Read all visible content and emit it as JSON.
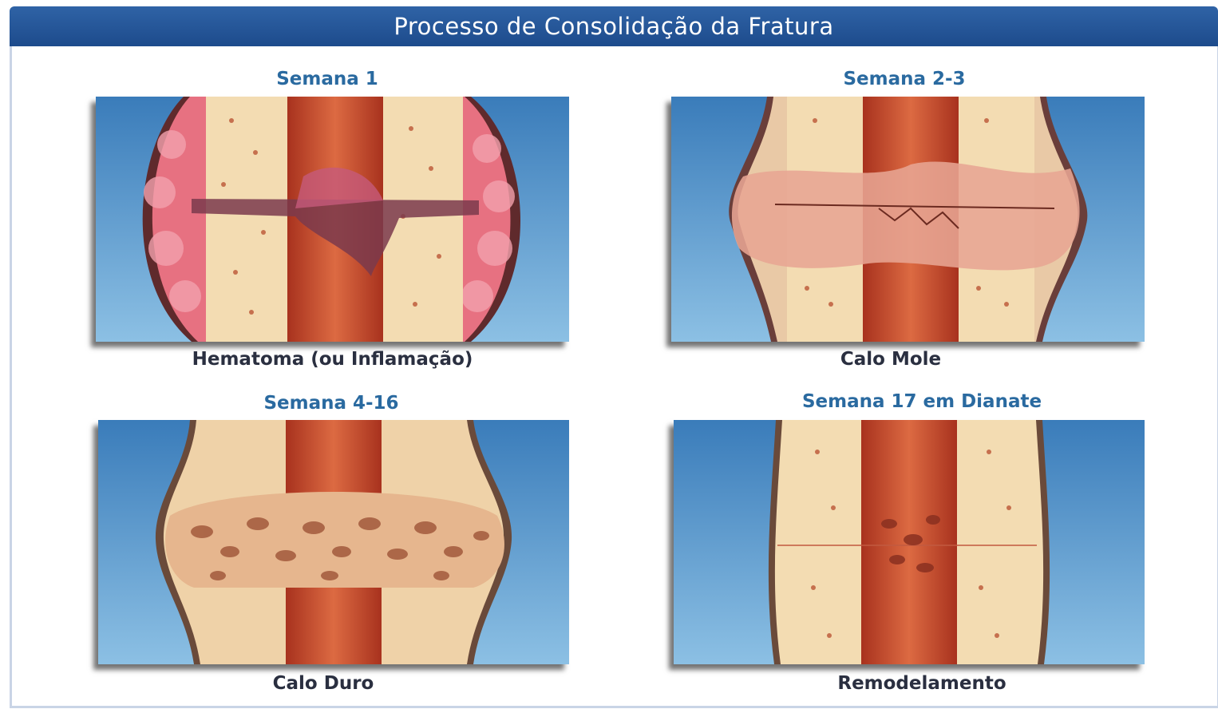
{
  "title": "Processo de Consolidação da Fratura",
  "stages": [
    {
      "week": "Semana 1",
      "name": "Hematoma (ou Inflamação)"
    },
    {
      "week": "Semana 2-3",
      "name": "Calo Mole"
    },
    {
      "week": "Semana 4-16",
      "name": "Calo Duro"
    },
    {
      "week": "Semana 17 em Dianate",
      "name": "Remodelamento"
    }
  ],
  "colors": {
    "header": "#1d4b8c",
    "week_text": "#2a6aa0",
    "stage_text": "#2a2f40",
    "background_blue": "#4a8ec6",
    "bone_cortex": "#f1dbb0",
    "marrow": "#c2482a",
    "hematoma": "#e0697a",
    "callus": "#e4a889"
  }
}
